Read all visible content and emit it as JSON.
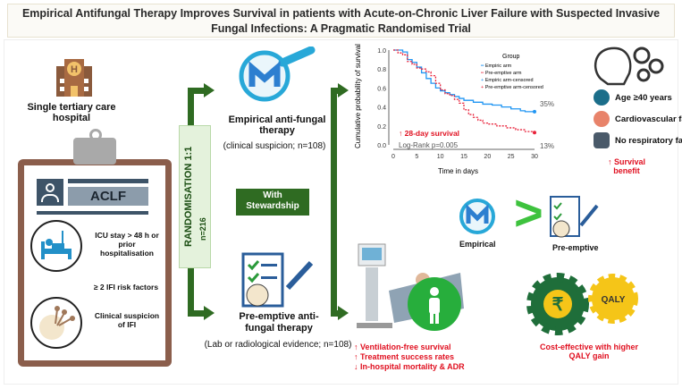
{
  "title": "Empirical Antifungal Therapy Improves Survival in patients with Acute-on-Chronic Liver Failure with Suspected Invasive Fungal Infections: A Pragmatic Randomised Trial",
  "setting": {
    "label": "Single tertiary care hospital",
    "icon_letter": "H"
  },
  "clipboard": {
    "header": "ACLF",
    "criteria": [
      "ICU stay > 48 h or prior hospitalisation",
      "≥ 2 IFI risk factors",
      "Clinical suspicion of IFI"
    ]
  },
  "randomisation": {
    "label": "RANDOMISATION 1:1",
    "n": "n=216"
  },
  "stewardship": "With Stewardship",
  "arms": [
    {
      "title": "Empirical anti-fungal therapy",
      "detail": "(clinical suspicion; n=108)"
    },
    {
      "title": "Pre-emptive anti-fungal therapy",
      "detail": "(Lab or radiological evidence; n=108)"
    }
  ],
  "chart_data": {
    "type": "line",
    "title": "",
    "xlabel": "Time in days",
    "ylabel": "Cumulative probability of survival",
    "xlim": [
      0,
      30
    ],
    "ylim": [
      0,
      1
    ],
    "xticks": [
      "0",
      "5",
      "10",
      "15",
      "20",
      "25",
      "30"
    ],
    "yticks": [
      "0.0",
      "0.2",
      "0.4",
      "0.6",
      "0.8",
      "1.0"
    ],
    "legend_title": "Group",
    "legend_position": "top-right",
    "series": [
      {
        "name": "Empiric arm",
        "color": "#2196f3",
        "x": [
          0,
          2,
          3,
          4,
          5,
          6,
          7,
          8,
          9,
          10,
          11,
          12,
          13,
          14,
          15,
          17,
          19,
          21,
          23,
          25,
          27,
          28,
          30
        ],
        "y": [
          1.0,
          0.98,
          0.9,
          0.87,
          0.82,
          0.76,
          0.7,
          0.65,
          0.6,
          0.57,
          0.55,
          0.53,
          0.51,
          0.49,
          0.47,
          0.45,
          0.43,
          0.42,
          0.4,
          0.38,
          0.36,
          0.35,
          0.35
        ]
      },
      {
        "name": "Pre-emptive arm",
        "color": "#e8223a",
        "x": [
          0,
          1,
          2,
          3,
          4,
          5,
          6,
          7,
          8,
          9,
          10,
          11,
          12,
          13,
          14,
          15,
          16,
          17,
          18,
          19,
          20,
          22,
          24,
          26,
          28,
          30
        ],
        "y": [
          1.0,
          0.97,
          0.95,
          0.88,
          0.85,
          0.81,
          0.8,
          0.77,
          0.73,
          0.65,
          0.58,
          0.54,
          0.52,
          0.48,
          0.44,
          0.37,
          0.32,
          0.29,
          0.26,
          0.23,
          0.22,
          0.2,
          0.18,
          0.16,
          0.14,
          0.13
        ]
      }
    ],
    "legend": [
      "Empiric arm",
      "Pre-emptive arm",
      "Empiric arm-censored",
      "Pre-emptive arm-censored"
    ],
    "annotations": [
      "35%",
      "13%",
      "↑ 28-day survival",
      "Log-Rank p=0.005"
    ]
  },
  "benefits": {
    "items": [
      "Age ≥40 years",
      "Cardiovascular failure",
      "No respiratory failure"
    ],
    "summary": "↑ Survival benefit"
  },
  "comparison": {
    "left": "Empirical",
    "symbol": ">",
    "right": "Pre-emptive"
  },
  "outcomes": [
    "↑ Ventilation-free survival",
    "↑ Treatment success rates",
    "↓ In-hospital mortality & ADR"
  ],
  "cost": {
    "symbol": "₹",
    "badge": "QALY",
    "text": "Cost-effective with higher QALY gain"
  },
  "colors": {
    "green": "#2f6b22",
    "red": "#e01020",
    "blue": "#2196f3"
  }
}
